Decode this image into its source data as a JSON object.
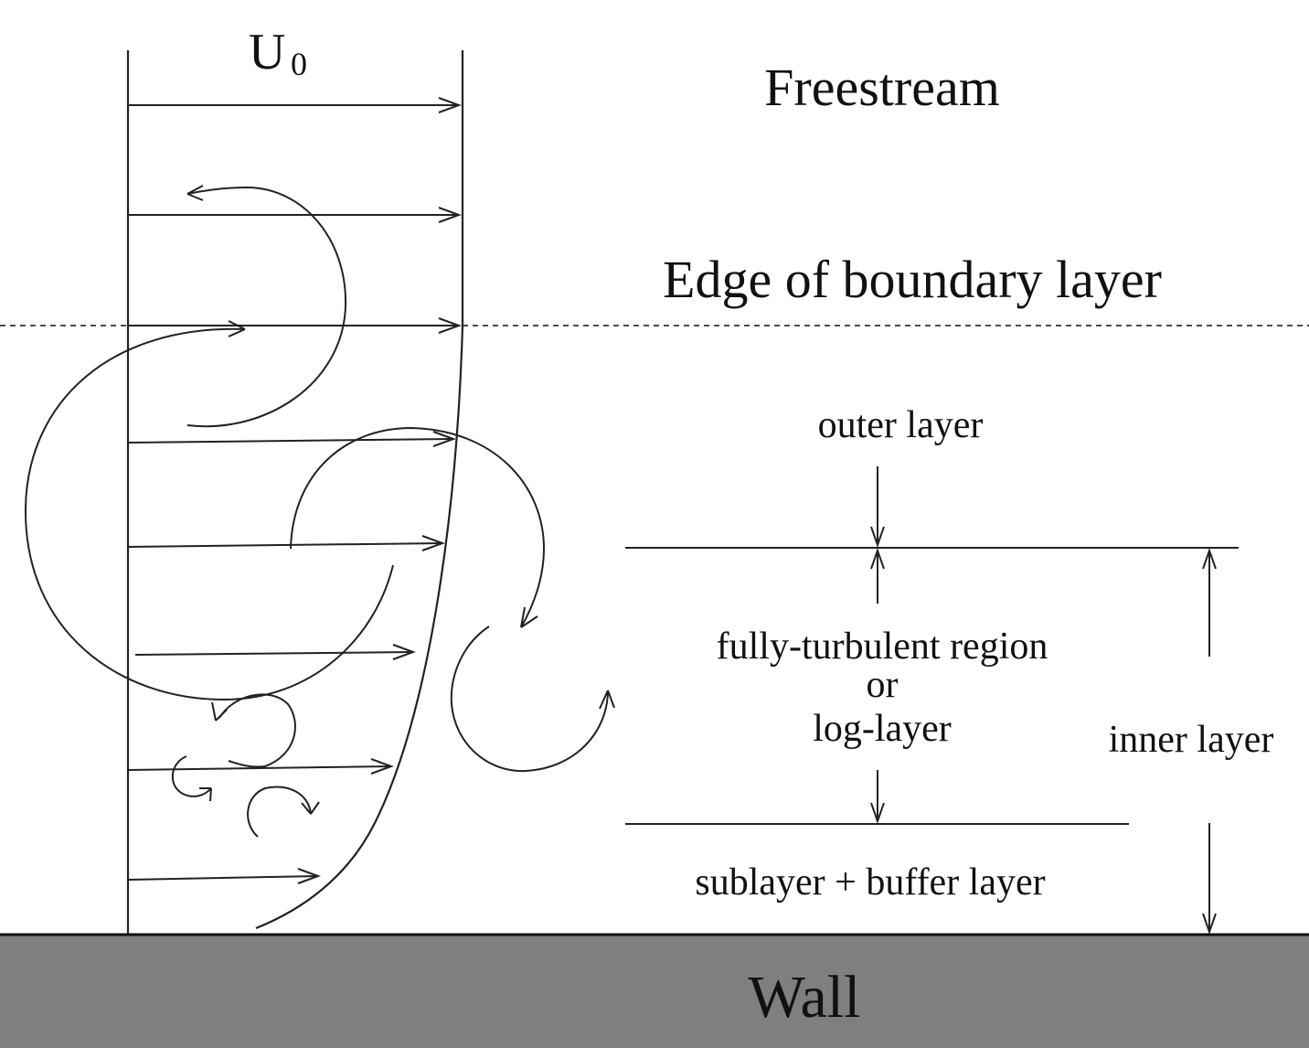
{
  "labels": {
    "velocity_symbol": "U",
    "velocity_subscript": "0",
    "freestream": "Freestream",
    "edge": "Edge of boundary layer",
    "outer_layer": "outer layer",
    "fully_turbulent": "fully-turbulent region",
    "or": "or",
    "log_layer": "log-layer",
    "inner_layer": "inner layer",
    "sublayer": "sublayer + buffer layer",
    "wall": "Wall"
  },
  "colors": {
    "background": "#ffffff",
    "wall_fill": "#7f7f7f",
    "ink": "#111111"
  }
}
